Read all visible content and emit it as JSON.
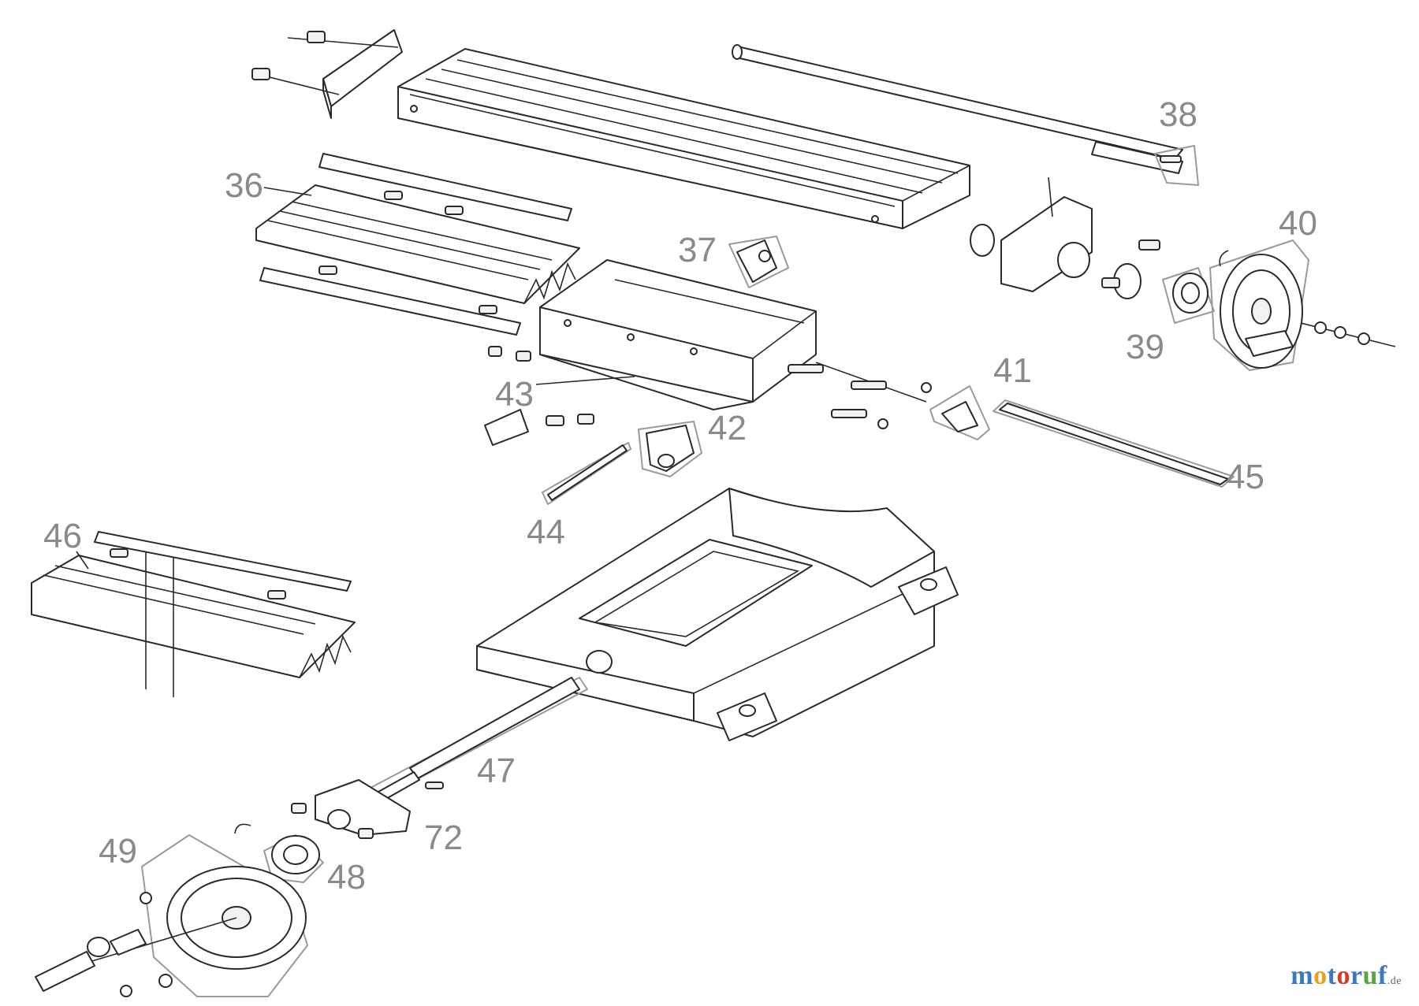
{
  "labels": {
    "n36": "36",
    "n37": "37",
    "n38": "38",
    "n39": "39",
    "n40": "40",
    "n41": "41",
    "n42": "42",
    "n43": "43",
    "n44": "44",
    "n45": "45",
    "n46": "46",
    "n47": "47",
    "n48": "48",
    "n49": "49",
    "n72": "72"
  },
  "watermark": {
    "letters": [
      "m",
      "o",
      "t",
      "o",
      "r",
      "u",
      "f"
    ],
    "tld": ".de",
    "colors": [
      "#3a7abf",
      "#e8a21a",
      "#3a7abf",
      "#d23b2e",
      "#3a7abf",
      "#5aa641",
      "#3a7abf"
    ]
  },
  "colors": {
    "line": "#2a2a2a",
    "label": "#8a8a8a",
    "highlight": "#9a9a9a"
  }
}
